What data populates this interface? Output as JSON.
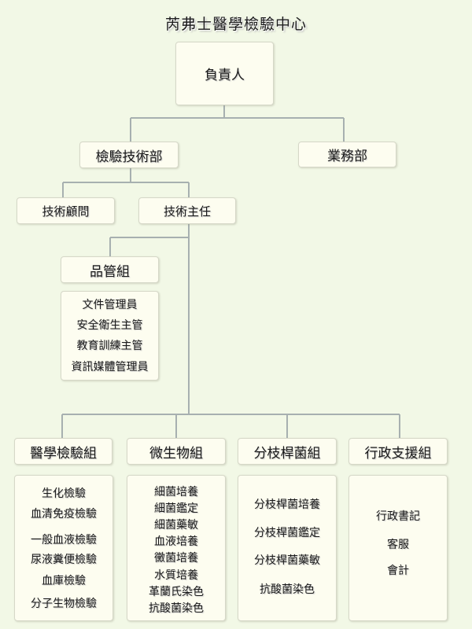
{
  "title": "芮弗士醫學檢驗中心",
  "nodes": {
    "head": "負責人",
    "lab_dept": "檢驗技術部",
    "biz_dept": "業務部",
    "tech_advisor": "技術顧問",
    "tech_director": "技術主任",
    "qc_group": "品管組"
  },
  "qc_members": [
    "文件管理員",
    "安全衛生主管",
    "教育訓練主管",
    "資訊媒體管理員"
  ],
  "groups": [
    {
      "name": "醫學檢驗組",
      "items": [
        "生化檢驗",
        "血清免疫檢驗",
        "一般血液檢驗",
        "尿液糞便檢驗",
        "血庫檢驗",
        "分子生物檢驗"
      ]
    },
    {
      "name": "微生物組",
      "items": [
        "細菌培養",
        "細菌鑑定",
        "細菌藥敏",
        "血液培養",
        "黴菌培養",
        "水質培養",
        "革蘭氏染色",
        "抗酸菌染色"
      ]
    },
    {
      "name": "分枝桿菌組",
      "items": [
        "分枝桿菌培養",
        "分枝桿菌鑑定",
        "分枝桿菌藥敏",
        "抗酸菌染色"
      ]
    },
    {
      "name": "行政支援組",
      "items": [
        "行政書記",
        "客服",
        "會計"
      ]
    }
  ],
  "colors": {
    "background": "#f2f8e6",
    "box": "#fdfdf0",
    "connector": "#a7b0b0"
  }
}
